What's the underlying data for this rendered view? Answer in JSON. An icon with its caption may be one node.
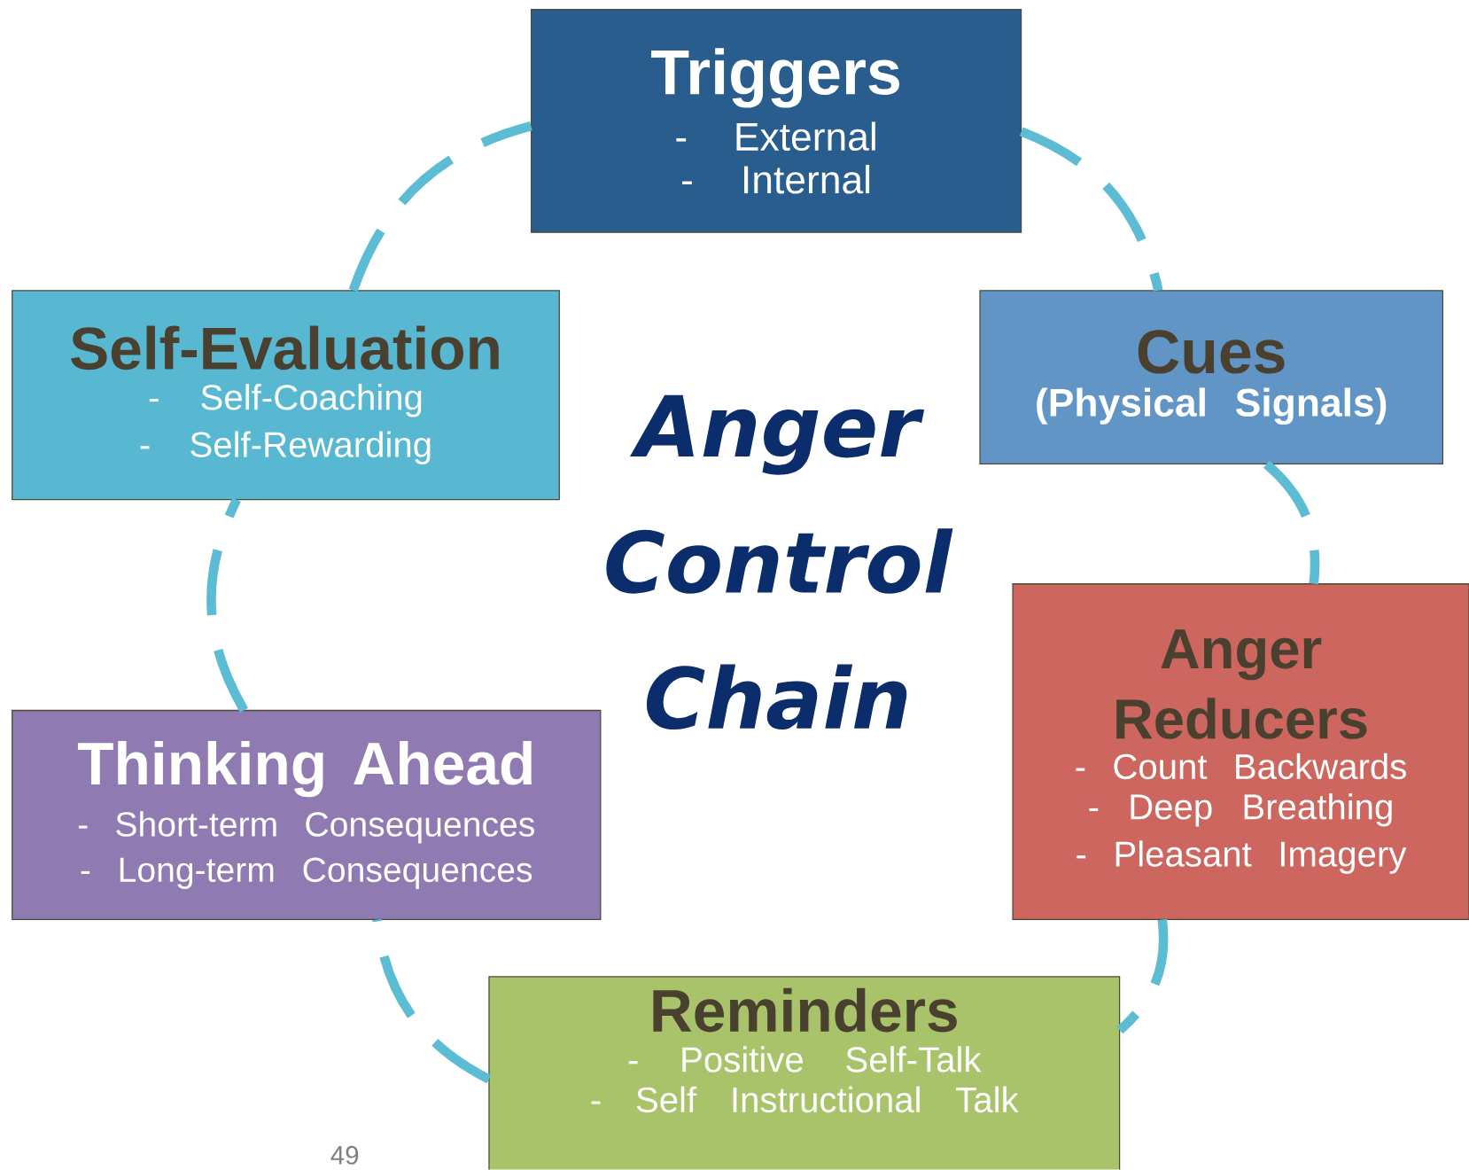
{
  "diagram": {
    "title": "Anger Control Chain",
    "nodes": [
      {
        "text": [
          "Triggers",
          "- External",
          "- Internal"
        ]
      },
      {
        "text": [
          "Cues",
          "(Physical Signals)"
        ]
      },
      {
        "text": [
          "Anger Reducers",
          "- Count Backwards",
          "- Deep Breathing",
          "- Pleasant Imagery"
        ]
      },
      {
        "text": [
          "Reminders",
          "- Positive Self-Talk",
          "- Self Instructional Talk"
        ]
      },
      {
        "text": [
          "Thinking Ahead",
          "- Short-term Consequences",
          "- Long-term Consequences"
        ]
      },
      {
        "text": [
          "Self-Evaluation",
          "- Self-Coaching",
          "- Self-Rewarding"
        ]
      }
    ],
    "edges": [
      {
        "from": 0,
        "to": 1,
        "arrow": "none",
        "style": "dashed"
      },
      {
        "from": 1,
        "to": 2,
        "arrow": "none",
        "style": "dashed"
      },
      {
        "from": 2,
        "to": 3,
        "arrow": "none",
        "style": "dashed"
      },
      {
        "from": 3,
        "to": 4,
        "arrow": "none",
        "style": "dashed"
      },
      {
        "from": 4,
        "to": 5,
        "arrow": "none",
        "style": "dashed"
      },
      {
        "from": 5,
        "to": 0,
        "arrow": "none",
        "style": "dashed"
      }
    ],
    "labels": [
      "49"
    ]
  }
}
